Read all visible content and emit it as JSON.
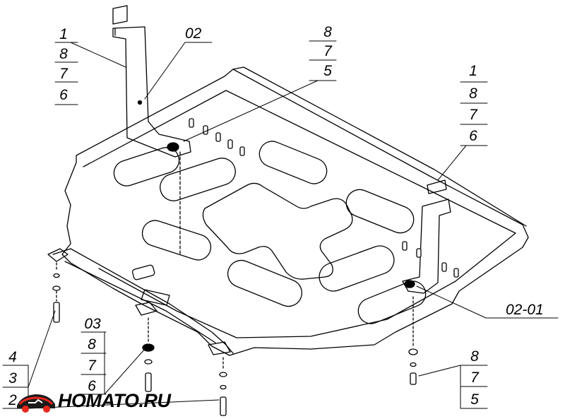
{
  "brand": {
    "name": "HOMATO.RU",
    "accent_color": "#e8281e",
    "dark_color": "#1b1b1b",
    "logo_icon": "car-silhouette-icon"
  },
  "callouts": {
    "left_bracket": [
      "1",
      "8",
      "7",
      "6"
    ],
    "left_bracket_part": "02",
    "center_top": [
      "8",
      "7",
      "5"
    ],
    "right_bracket": [
      "1",
      "8",
      "7",
      "6"
    ],
    "right_bracket_part": "02-01",
    "front_bolt": [
      "03",
      "8",
      "7",
      "6"
    ],
    "left_corner_bolt": [
      "4",
      "3",
      "2"
    ],
    "right_bolt": [
      "8",
      "7",
      "5"
    ]
  },
  "colors": {
    "line": "#000000",
    "background": "#ffffff"
  }
}
